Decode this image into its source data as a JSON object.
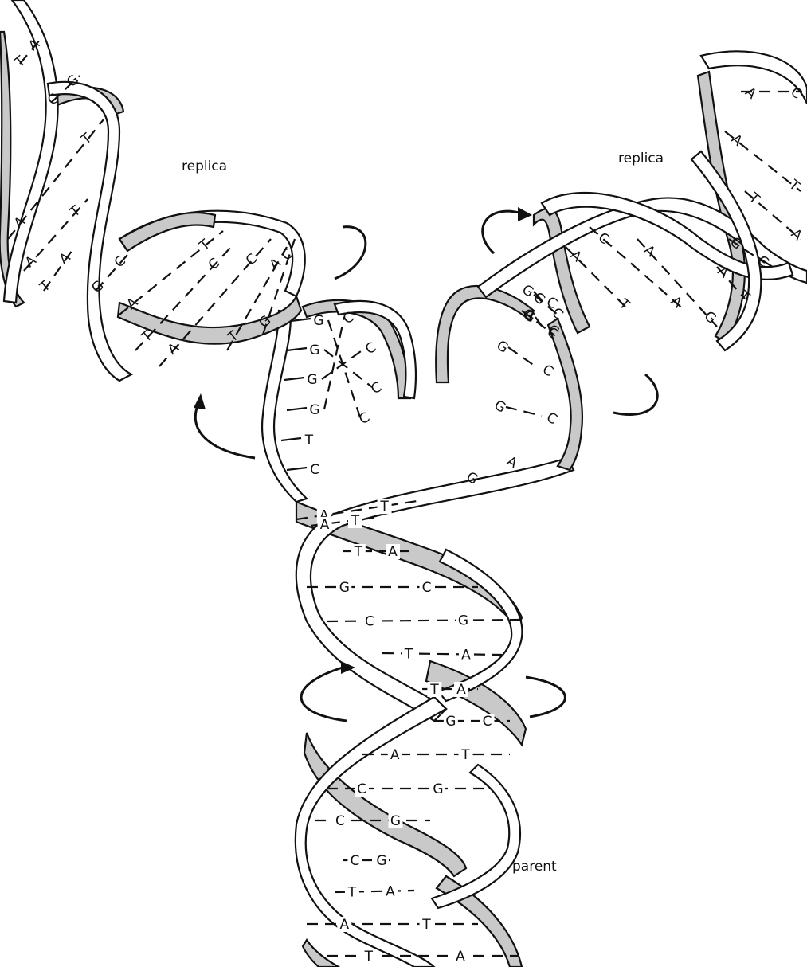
{
  "labels": {
    "replica_left": "replica",
    "replica_right": "replica",
    "parent": "parent"
  },
  "parent_pairs": [
    [
      "A",
      "T"
    ],
    [
      "A",
      "T"
    ],
    [
      "T",
      "A"
    ],
    [
      "G",
      "C"
    ],
    [
      "C",
      "G"
    ],
    [
      "T",
      "A"
    ],
    [
      "T",
      "A"
    ],
    [
      "G",
      "C"
    ],
    [
      "A",
      "T"
    ],
    [
      "C",
      "G"
    ],
    [
      "C",
      "G"
    ],
    [
      "C",
      "G"
    ],
    [
      "T",
      "A"
    ],
    [
      "A",
      "T"
    ],
    [
      "T",
      "A"
    ]
  ],
  "left_fork_bases": [
    "C",
    "T",
    "G",
    "G",
    "G",
    "G"
  ],
  "left_fork_partners": [
    "C",
    "C",
    "C",
    "C"
  ],
  "right_fork_bases": [
    "G",
    "A",
    "G",
    "G",
    "G",
    "G"
  ],
  "right_fork_partners": [
    "C",
    "C",
    "C",
    "C"
  ],
  "left_replica_pairs": [
    [
      "T",
      "A"
    ],
    [
      "C",
      "G"
    ],
    [
      "A",
      "T"
    ],
    [
      "A",
      "T"
    ],
    [
      "T",
      "A"
    ],
    [
      "G",
      "C"
    ],
    [
      "A",
      "T"
    ],
    [
      "T",
      "C"
    ],
    [
      "A",
      "C"
    ],
    [
      "T",
      "A"
    ],
    [
      "G",
      "C"
    ]
  ],
  "right_replica_pairs": [
    [
      "A",
      "C"
    ],
    [
      "A",
      "T"
    ],
    [
      "T",
      "A"
    ],
    [
      "G",
      "C"
    ],
    [
      "A",
      "T"
    ],
    [
      "C",
      "A"
    ],
    [
      "A",
      "T"
    ],
    [
      "A",
      "G"
    ],
    [
      "G",
      "C"
    ],
    [
      "G",
      "C"
    ]
  ]
}
